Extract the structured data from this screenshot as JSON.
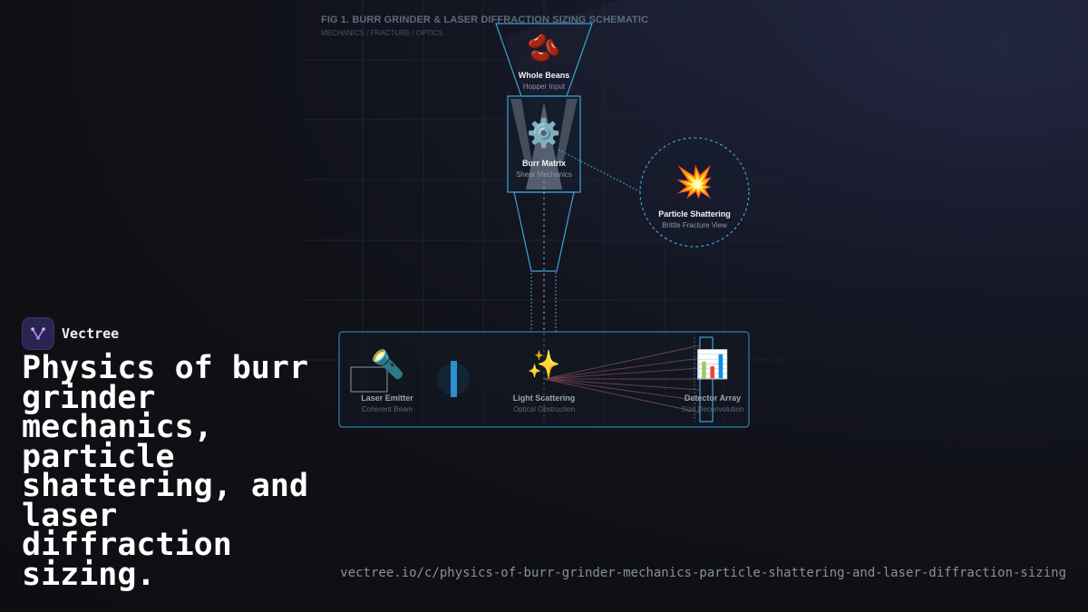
{
  "figure": {
    "title": "FIG 1. BURR GRINDER & LASER DIFFRACTION SIZING SCHEMATIC",
    "subtitle": "MECHANICS / FRACTURE / OPTICS"
  },
  "nodes": {
    "hopper": {
      "icon": "beans-icon",
      "label": "Whole Beans",
      "sub": "Hopper Input",
      "glyph": "🫘"
    },
    "burr": {
      "icon": "gear-icon",
      "label": "Burr Matrix",
      "sub": "Shear Mechanics",
      "glyph": "⚙️"
    },
    "shatter": {
      "icon": "explosion-icon",
      "label": "Particle Shattering",
      "sub": "Brittle Fracture View",
      "glyph": "💥"
    },
    "laser": {
      "icon": "flashlight-icon",
      "label": "Laser Emitter",
      "sub": "Coherent Beam",
      "glyph": "🔦"
    },
    "scatter": {
      "icon": "sparkles-icon",
      "label": "Light Scattering",
      "sub": "Optical Obstruction",
      "glyph": "✨"
    },
    "detector": {
      "icon": "bar-chart-icon",
      "label": "Detector Array",
      "sub": "Size Deconvolution",
      "glyph": "📊"
    }
  },
  "brand": {
    "name": "Vectree",
    "icon": "vectree-logo-icon"
  },
  "headline": "Physics of burr grinder mechanics, particle shattering, and laser diffraction sizing.",
  "url": "vectree.io/c/physics-of-burr-grinder-mechanics-particle-shattering-and-laser-diffraction-sizing",
  "colors": {
    "accent": "#3aa3d8",
    "background": "#101116",
    "scatter_ray": "#b06070"
  }
}
